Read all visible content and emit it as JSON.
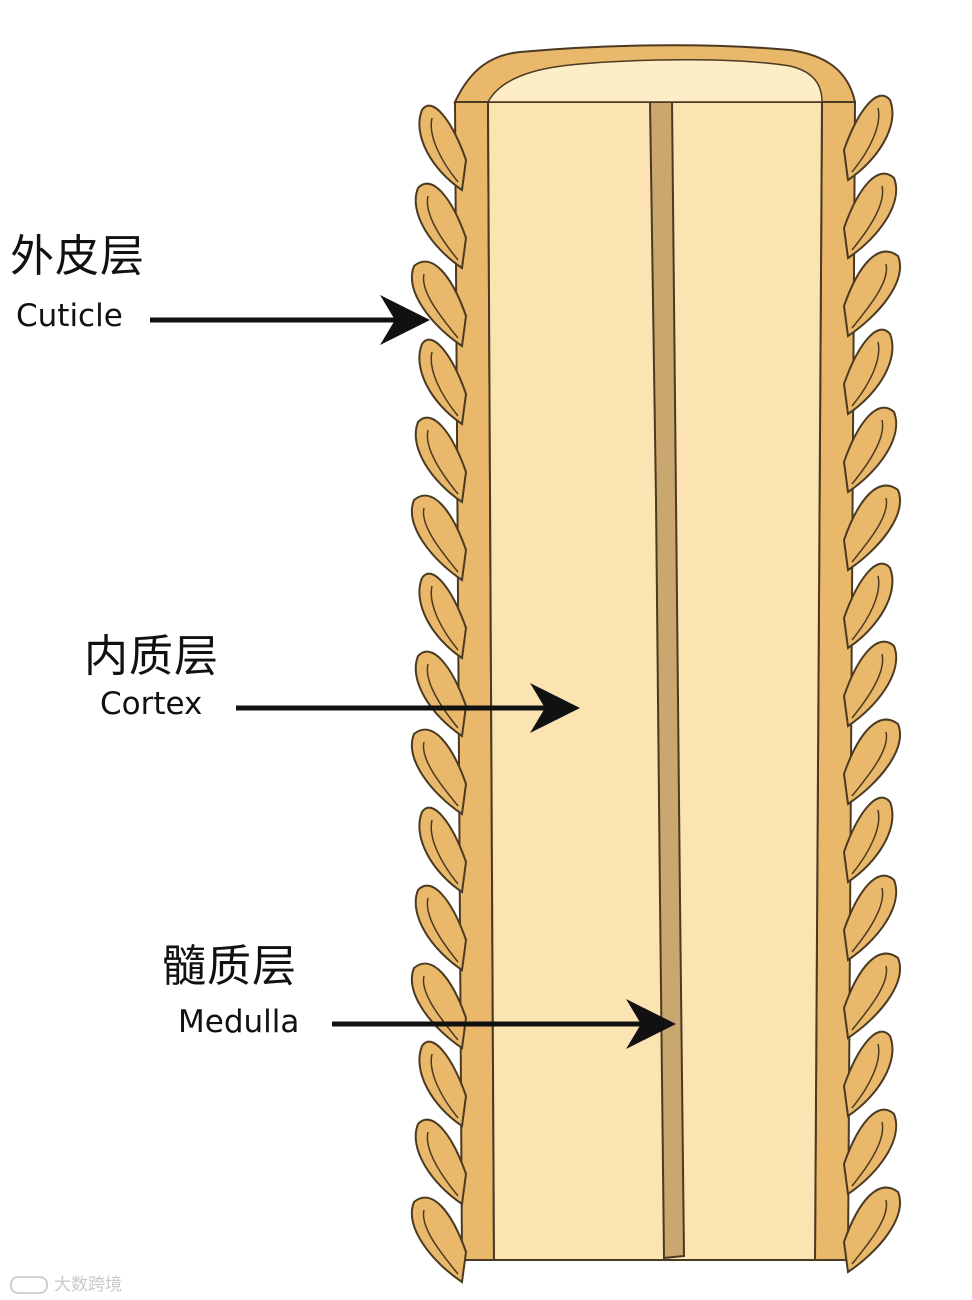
{
  "labels": {
    "cuticle": {
      "zh": "外皮层",
      "en": "Cuticle"
    },
    "cortex": {
      "zh": "内质层",
      "en": "Cortex"
    },
    "medulla": {
      "zh": "髓质层",
      "en": "Medulla"
    }
  },
  "watermark": "大数跨境",
  "colors": {
    "scale_fill": "#eab86a",
    "scale_inner": "#f2c987",
    "cortex_fill": "#fbe3b2",
    "outline": "#4a3a22",
    "medulla_fill": "#c9a76e",
    "top_cap": "#fdeec8",
    "arrow": "#111111"
  }
}
